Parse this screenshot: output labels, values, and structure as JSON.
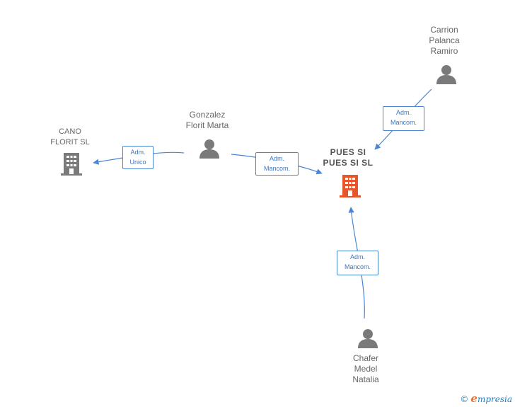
{
  "nodes": {
    "carrion": {
      "lines": [
        "Carrion",
        "Palanca",
        "Ramiro"
      ]
    },
    "gonzalez": {
      "lines": [
        "Gonzalez",
        "Florit Marta"
      ]
    },
    "cano": {
      "lines": [
        "CANO",
        "FLORIT SL"
      ]
    },
    "pues": {
      "lines": [
        "PUES SI",
        "PUES SI SL"
      ]
    },
    "chafer": {
      "lines": [
        "Chafer",
        "Medel",
        "Natalia"
      ]
    }
  },
  "edges": {
    "gonzalez_cano": {
      "lines": [
        "Adm.",
        "Unico"
      ]
    },
    "gonzalez_pues": {
      "lines": [
        "Adm.",
        "Mancom."
      ]
    },
    "carrion_pues": {
      "lines": [
        "Adm.",
        "Mancom."
      ]
    },
    "chafer_pues": {
      "lines": [
        "Adm.",
        "Mancom."
      ]
    }
  },
  "colors": {
    "person": "#7a7a7a",
    "company": "#7a7a7a",
    "main_company": "#e8552a",
    "edge": "#4a86d4"
  },
  "footer": {
    "copyright": "©",
    "brand_initial": "e",
    "brand_rest": "mpresia"
  }
}
